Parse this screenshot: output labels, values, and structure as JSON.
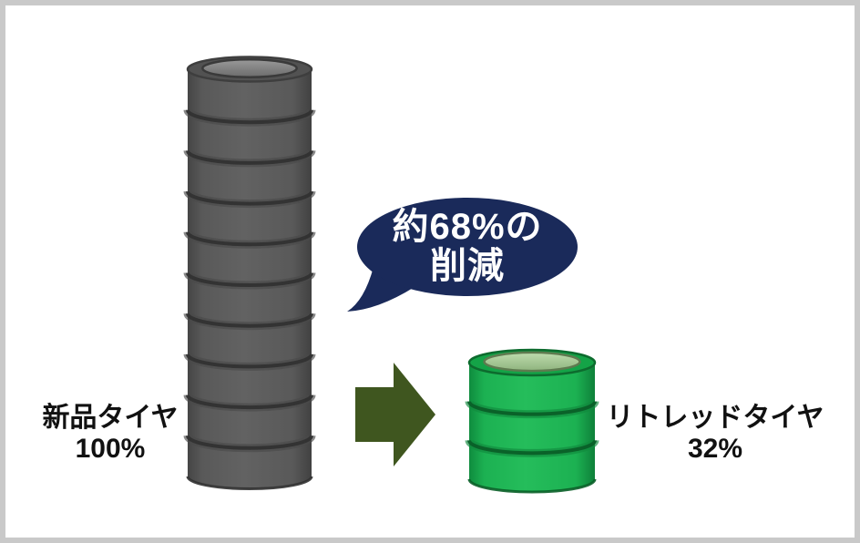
{
  "chart_data": {
    "type": "bar",
    "variant": "pictogram-tire-stack-comparison",
    "categories": [
      "新品タイヤ",
      "リトレッドタイヤ"
    ],
    "values": [
      100,
      32
    ],
    "unit": "%",
    "tire_counts": [
      10,
      3
    ],
    "annotation": "約68%の削減",
    "title": "",
    "xlabel": "",
    "ylabel": "",
    "legend": "none"
  },
  "left_stack": {
    "label": "新品タイヤ",
    "value_label": "100%",
    "tires": 10,
    "body_color": "#5a5a5a",
    "groove_color": "#313131",
    "top_face_color": "#525252",
    "hole_light": "#9a9a9a",
    "hole_dark": "#6b6b6b"
  },
  "right_stack": {
    "label": "リトレッドタイヤ",
    "value_label": "32%",
    "tires": 3,
    "body_color": "#1cb152",
    "groove_color": "#0a5f28",
    "top_face_color": "#14a347",
    "hole_light": "#bedcae",
    "hole_dark": "#8fb47e"
  },
  "bubble": {
    "line1": "約68%の",
    "line2": "削減",
    "bg": "#1a2a5a",
    "text_color": "#ffffff"
  },
  "arrow": {
    "direction": "right",
    "color": "#3f561f"
  },
  "frame": {
    "border_color": "#c9c9c9",
    "background": "#ffffff"
  }
}
